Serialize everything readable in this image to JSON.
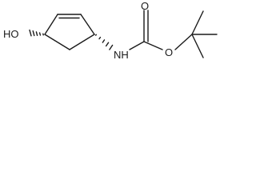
{
  "molecule": {
    "atoms": [
      {
        "id": "hydroxyl",
        "label": "HO"
      },
      {
        "id": "amine",
        "label": "NH"
      },
      {
        "id": "ester_oxygen",
        "label": "O"
      },
      {
        "id": "carbonyl_oxygen",
        "label": "O"
      }
    ],
    "stereo_bonds": [
      "hashed",
      "hashed"
    ]
  }
}
